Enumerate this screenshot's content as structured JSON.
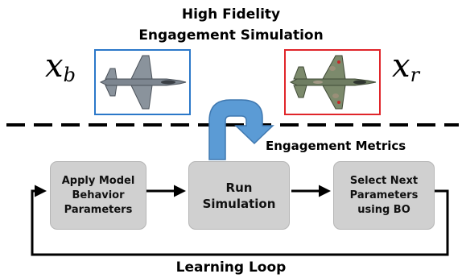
{
  "title": {
    "line1": "High Fidelity",
    "line2": "Engagement Simulation"
  },
  "vars": {
    "blue": {
      "base": "x",
      "sub": "b"
    },
    "red": {
      "base": "x",
      "sub": "r"
    }
  },
  "labels": {
    "metrics": "Engagement Metrics",
    "loop": "Learning Loop"
  },
  "nodes": {
    "apply": "Apply Model\nBehavior\nParameters",
    "run": "Run\nSimulation",
    "select": "Select Next\nParameters\nusing BO"
  },
  "colors": {
    "blue_frame": "#2b78c9",
    "red_frame": "#e0252a",
    "curved_arrow": "#5b9bd5",
    "node_fill": "#d0d0d0"
  },
  "icons": [
    "blue-jet-icon",
    "red-jet-icon",
    "curved-arrow-icon"
  ]
}
